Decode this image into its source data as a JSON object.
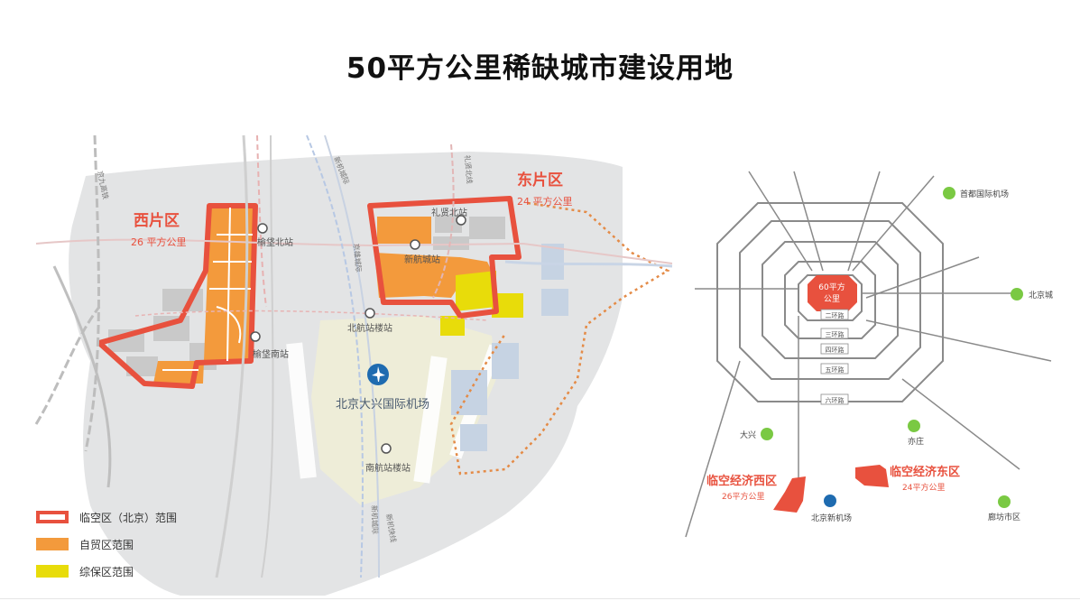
{
  "title": "50平方公里稀缺城市建设用地",
  "left_map": {
    "west_zone": {
      "name": "西片区",
      "area": "26 平方公里"
    },
    "east_zone": {
      "name": "东片区",
      "area": "24 平方公里"
    },
    "stations": {
      "yufa_north": "榆垡北站",
      "yufa_south": "榆垡南站",
      "lixian_north": "礼贤北站",
      "xinhang_city": "新航城站",
      "beihang_terminal": "北航站楼站",
      "nanhang_terminal": "南航站楼站"
    },
    "airport": "北京大兴国际机场",
    "rail_lines": {
      "jingjiu": "京九高铁",
      "xinjicheng_top": "新机城际",
      "lixian_line": "礼贤北线",
      "jingxiong": "京雄城际",
      "xinjicheng_bottom": "新机城际",
      "xinjicheng_express": "新机快线"
    },
    "legend": [
      {
        "label": "临空区（北京）范围",
        "kind": "border"
      },
      {
        "label": "自贸区范围",
        "kind": "orange"
      },
      {
        "label": "综保区范围",
        "kind": "yellow"
      }
    ]
  },
  "right_map": {
    "center_box": {
      "line1": "60平方",
      "line2": "公里"
    },
    "ring_roads": [
      "二环路",
      "三环路",
      "四环路",
      "五环路",
      "六环路"
    ],
    "places": {
      "capital_airport": "首都国际机场",
      "beijing_east": "北京城",
      "daxing": "大兴",
      "yizhuang": "亦庄",
      "new_airport": "北京新机场",
      "langfang": "廊坊市区"
    },
    "west_zone": {
      "name": "临空经济西区",
      "area": "26平方公里"
    },
    "east_zone": {
      "name": "临空经济东区",
      "area": "24平方公里"
    }
  },
  "colors": {
    "red": "#e8513e",
    "orange": "#f39a3c",
    "yellow": "#e8dc0a",
    "green": "#7ac943",
    "blue": "#1e6bb0",
    "grey_land": "#e3e4e5",
    "ring": "#8a8a8a"
  }
}
